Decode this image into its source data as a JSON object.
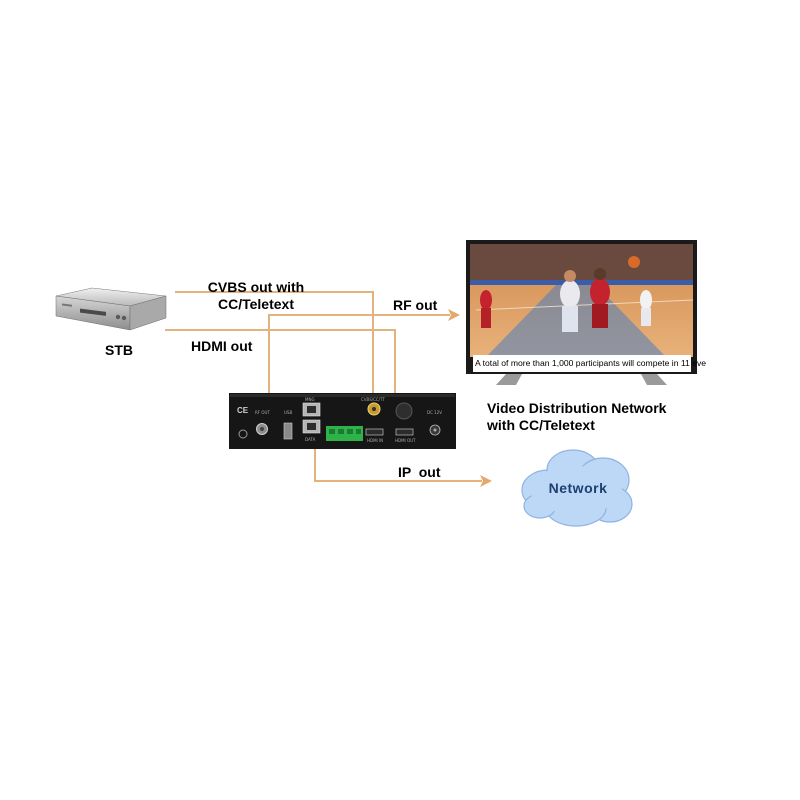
{
  "diagram": {
    "stb": {
      "label": "STB"
    },
    "cvbs_out": {
      "line1": "CVBS out with",
      "line2": "CC/Teletext"
    },
    "hdmi_out": {
      "label": "HDMI out"
    },
    "rf_out": {
      "label": "RF out"
    },
    "ip_out": {
      "label": "IP  out"
    },
    "network": {
      "label": "Network"
    },
    "video_network": {
      "line1": "Video Distribution Network",
      "line2": "with CC/Teletext"
    },
    "tv": {
      "caption": "A total of more than 1,000 participants will compete in 11 eve"
    },
    "encoder": {
      "ce_mark": "CE",
      "rf_out_port": "RF OUT",
      "usb_port": "USB",
      "mng_port": "MNG",
      "data_port": "DATA",
      "cvbs_port": "CVBS/CC/TT",
      "hdmi_in_port": "HDMI IN",
      "hdmi_out_port": "HDMI OUT",
      "dc_port": "DC 12V"
    },
    "colors": {
      "wire": "#e3b37d",
      "arrow": "#e3a86a",
      "cloud_fill": "#bcd8f6",
      "cloud_text": "#1d3f72"
    }
  }
}
